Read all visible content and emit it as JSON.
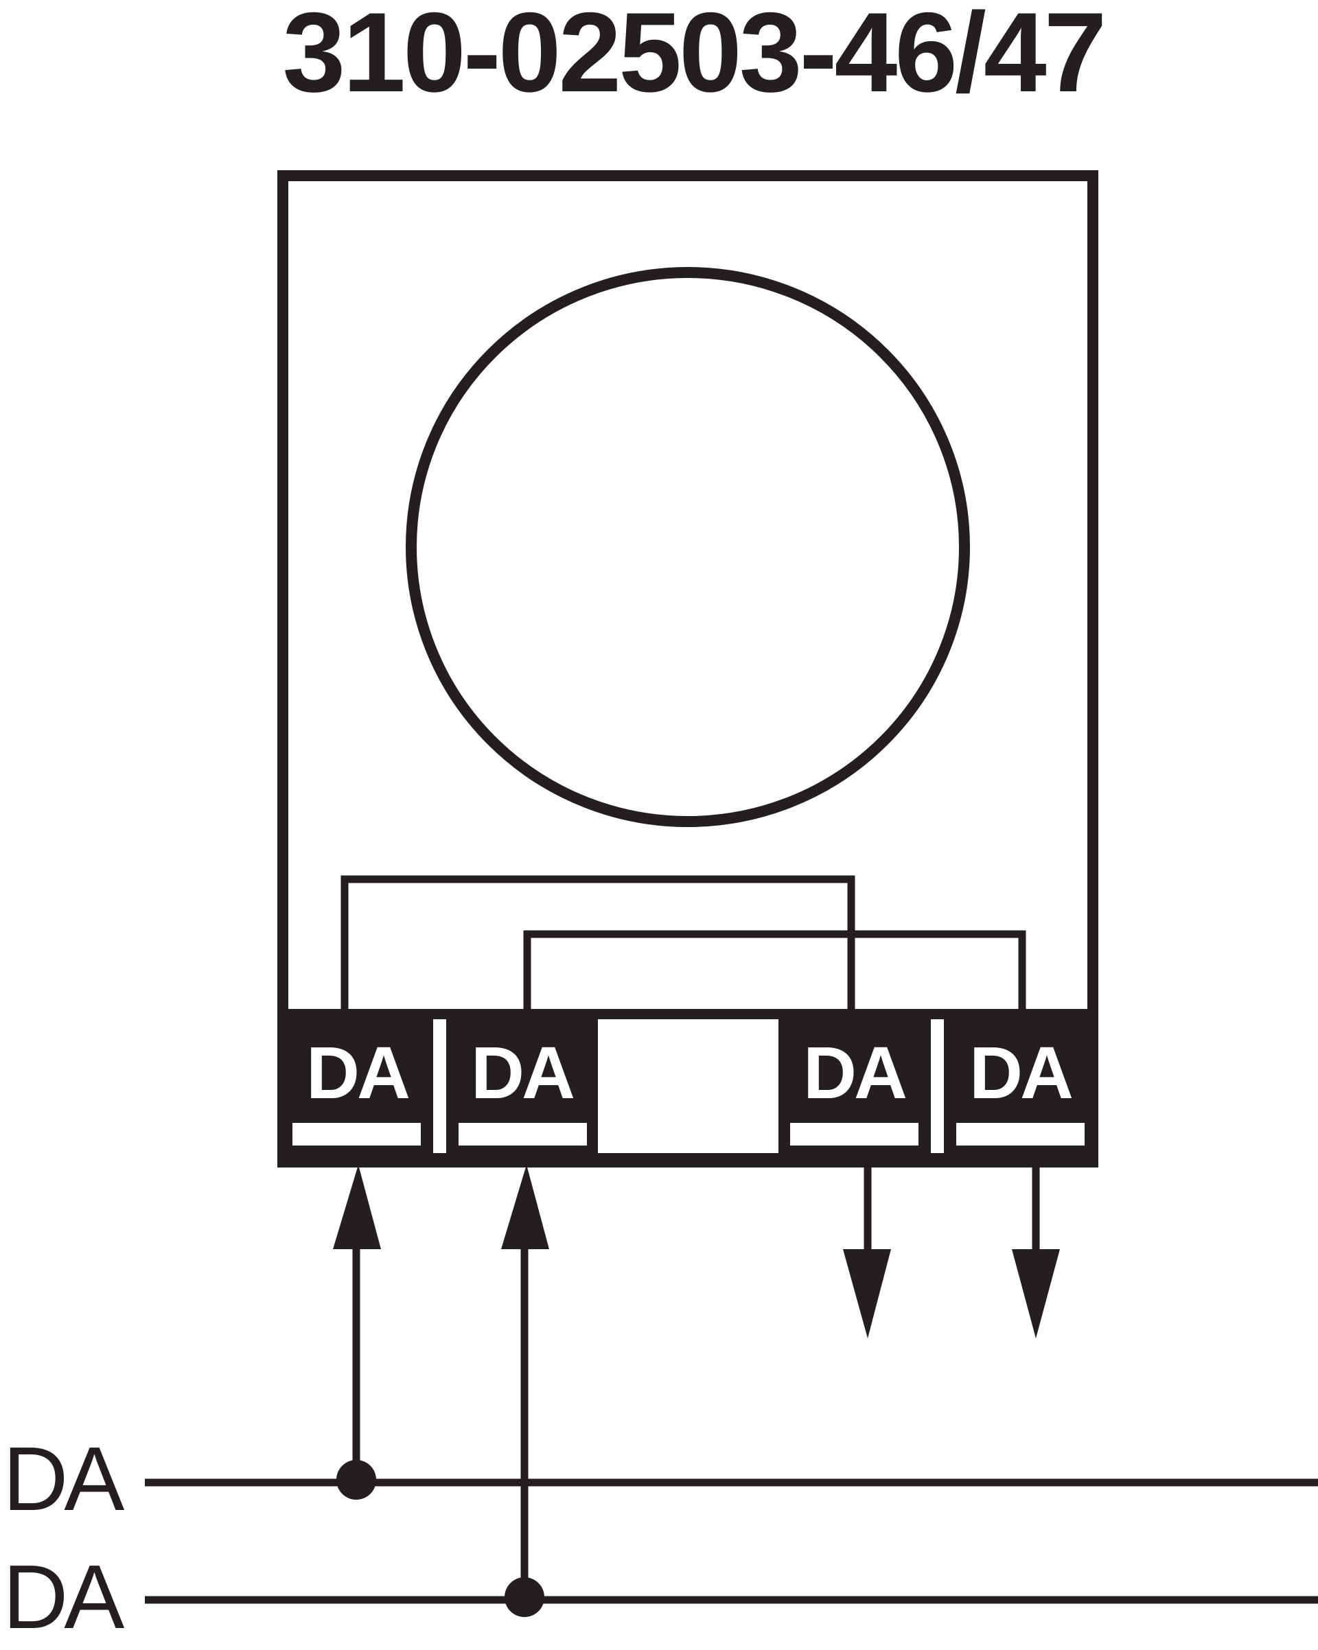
{
  "title": "310-02503-46/47",
  "colors": {
    "ink": "#231f20",
    "paper": "#ffffff"
  },
  "terminals": [
    {
      "label": "DA",
      "direction": "input"
    },
    {
      "label": "DA",
      "direction": "input"
    },
    {
      "label": "DA",
      "direction": "output"
    },
    {
      "label": "DA",
      "direction": "output"
    }
  ],
  "bus": [
    {
      "label": "DA"
    },
    {
      "label": "DA"
    }
  ]
}
